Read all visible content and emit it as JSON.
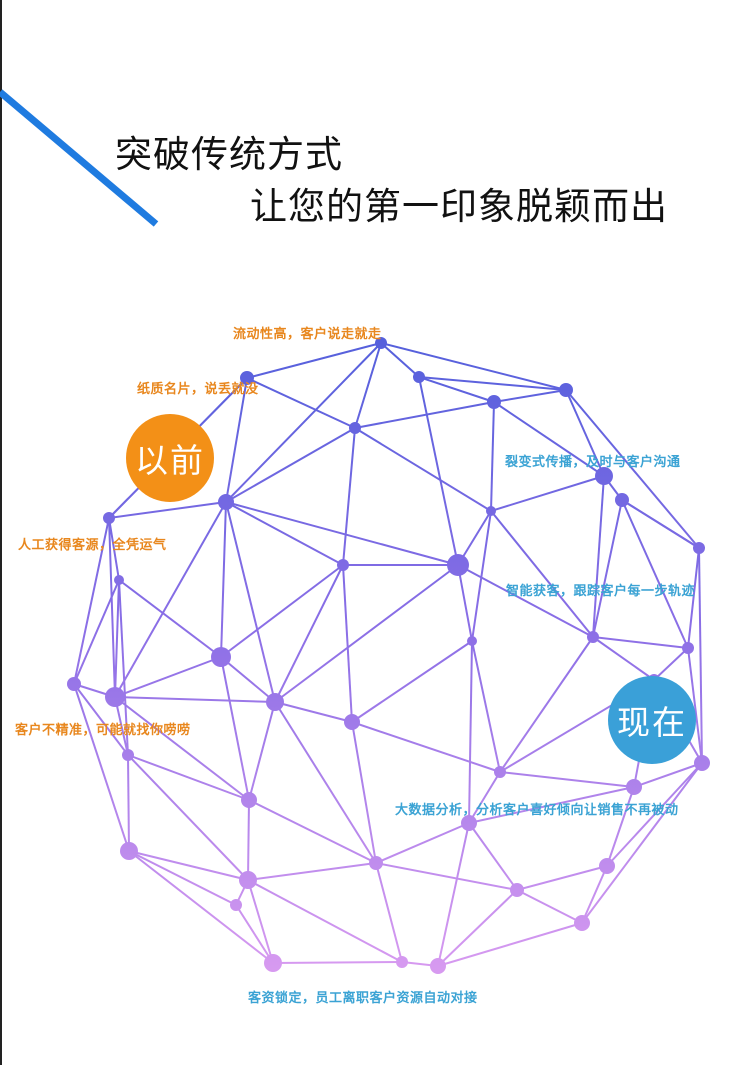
{
  "headline": {
    "line1": "突破传统方式",
    "line2": "让您的第一印象脱颖而出"
  },
  "badges": {
    "before": "以前",
    "now": "现在"
  },
  "annotations": {
    "before": [
      "流动性高，客户说走就走",
      "纸质名片，说丢就没",
      "人工获得客源，全凭运气",
      "客户不精准，可能就找你唠唠"
    ],
    "now": [
      "裂变式传播，及时与客户沟通",
      "智能获客，跟踪客户每一步轨迹",
      "大数据分析，分析客户喜好倾向让销售不再被动",
      "客资锁定，员工离职客户资源自动对接"
    ]
  },
  "colors": {
    "accent_line": "#1f7be0",
    "network_top": "#5560dc",
    "network_bottom": "#d79af0",
    "before": "#f39017",
    "now": "#3aa0d8"
  },
  "icons": {
    "network": "globe-network-graphic"
  }
}
